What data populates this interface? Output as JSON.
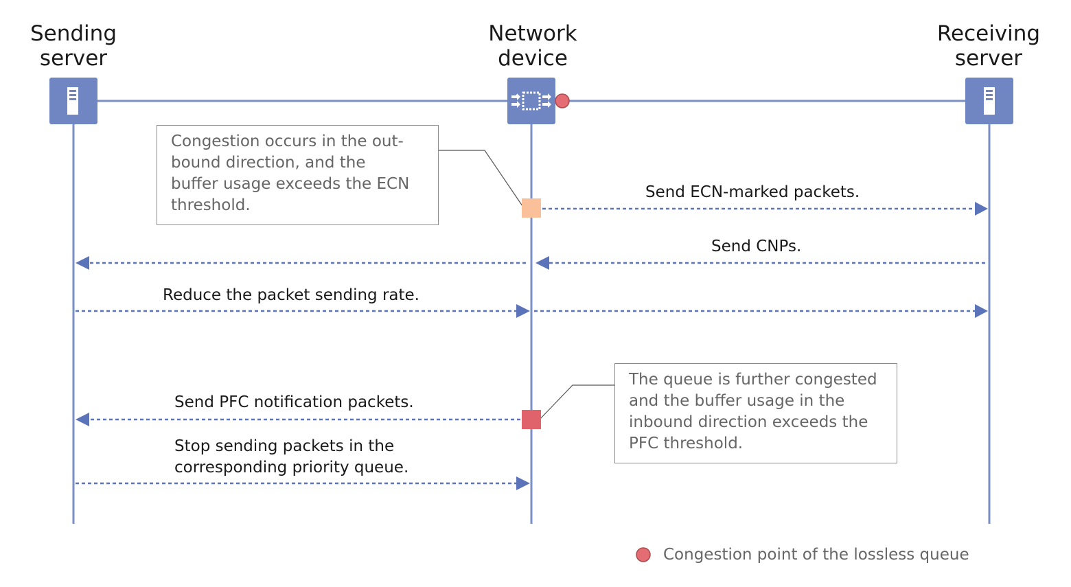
{
  "participants": {
    "sending": "Sending\nserver",
    "network": "Network\ndevice",
    "receiving": "Receiving\nserver"
  },
  "notes": {
    "ecn": "Congestion occurs in the out-\nbound direction, and the\nbuffer usage exceeds the ECN\nthreshold.",
    "pfc": "The queue is further congested\nand the buffer usage in the\ninbound direction exceeds the\nPFC threshold."
  },
  "messages": {
    "ecn_marked": "Send ECN-marked packets.",
    "cnps": "Send CNPs.",
    "reduce_rate": "Reduce the packet sending rate.",
    "pfc_notification": "Send PFC notification packets.",
    "stop_sending": "Stop sending packets in the\ncorresponding priority queue."
  },
  "legend": {
    "congestion_point": "Congestion point of the lossless queue"
  },
  "colors": {
    "lifeline": "#7a8fc6",
    "device_box": "#6f86c3",
    "arrow": "#5b73b8",
    "ecn_marker": "#f9c09a",
    "pfc_marker": "#e0636b",
    "congestion_dot": "#e36d72"
  }
}
